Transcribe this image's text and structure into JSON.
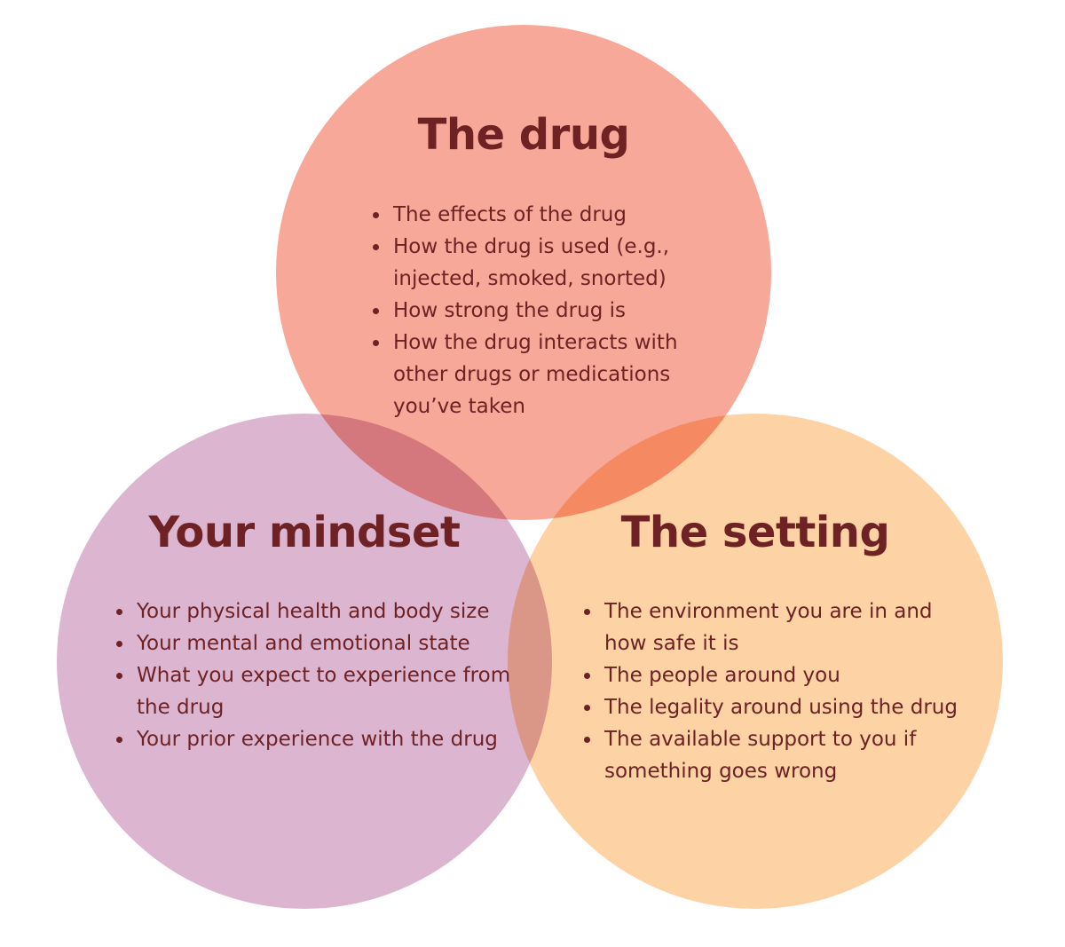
{
  "colors": {
    "drug_circle": "#f7a898",
    "mindset_circle": "#dcb6d1",
    "setting_circle": "#fdd2a5",
    "text": "#6e2224"
  },
  "drug": {
    "title": "The drug",
    "items": [
      "The effects of the drug",
      "How the drug is used (e.g., injected, smoked, snorted)",
      "How strong the drug is",
      "How the drug interacts with other drugs or medications you’ve taken"
    ]
  },
  "mindset": {
    "title": "Your mindset",
    "items": [
      "Your physical health and body size",
      "Your mental and emotional state",
      "What you expect to experience from the drug",
      "Your prior experience with the drug"
    ]
  },
  "setting": {
    "title": "The setting",
    "items": [
      "The environment you are in and how safe it is",
      "The people around you",
      "The legality around using the drug",
      "The available support to you if something goes wrong"
    ]
  }
}
